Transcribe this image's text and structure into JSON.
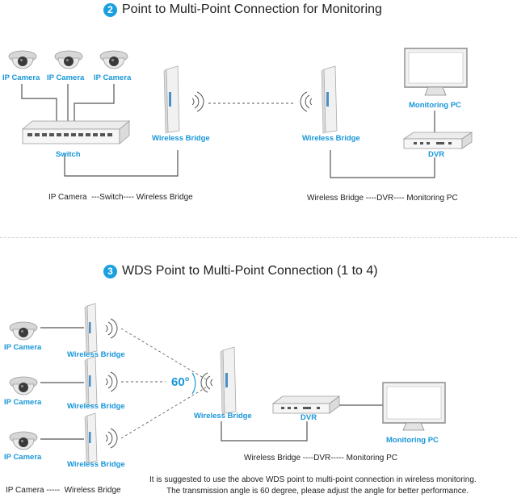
{
  "section1": {
    "number": "2",
    "title": "Point to Multi-Point Connection for Monitoring",
    "camera_labels": [
      "IP Camera",
      "IP Camera",
      "IP Camera"
    ],
    "switch_label": "Switch",
    "bridge_left_label": "Wireless Bridge",
    "bridge_right_label": "Wireless Bridge",
    "monitoring_pc_label": "Monitoring PC",
    "dvr_label": "DVR",
    "caption_left": "IP Camera  ---Switch---- Wireless Bridge",
    "caption_right": "Wireless Bridge ----DVR---- Monitoring PC"
  },
  "section2": {
    "number": "3",
    "title": "WDS Point to Multi-Point Connection (1 to 4)",
    "camera_labels": [
      "IP Camera",
      "IP Camera",
      "IP Camera"
    ],
    "bridge_labels": [
      "Wireless Bridge",
      "Wireless Bridge",
      "Wireless Bridge"
    ],
    "angle_label": "60°",
    "center_bridge_label": "Wireless Bridge",
    "dvr_label": "DVR",
    "monitoring_pc_label": "Monitoring PC",
    "caption_right": "Wireless Bridge ----DVR----- Monitoring PC",
    "caption_left": "IP Camera -----  Wireless Bridge",
    "note_line1": "It is suggested to use the above WDS point to multi-point connection in wireless monitoring.",
    "note_line2": "The transmission angle is 60 degree, please adjust the angle for better performance."
  },
  "colors": {
    "accent": "#1896d8",
    "badge": "#1aa0e0"
  }
}
